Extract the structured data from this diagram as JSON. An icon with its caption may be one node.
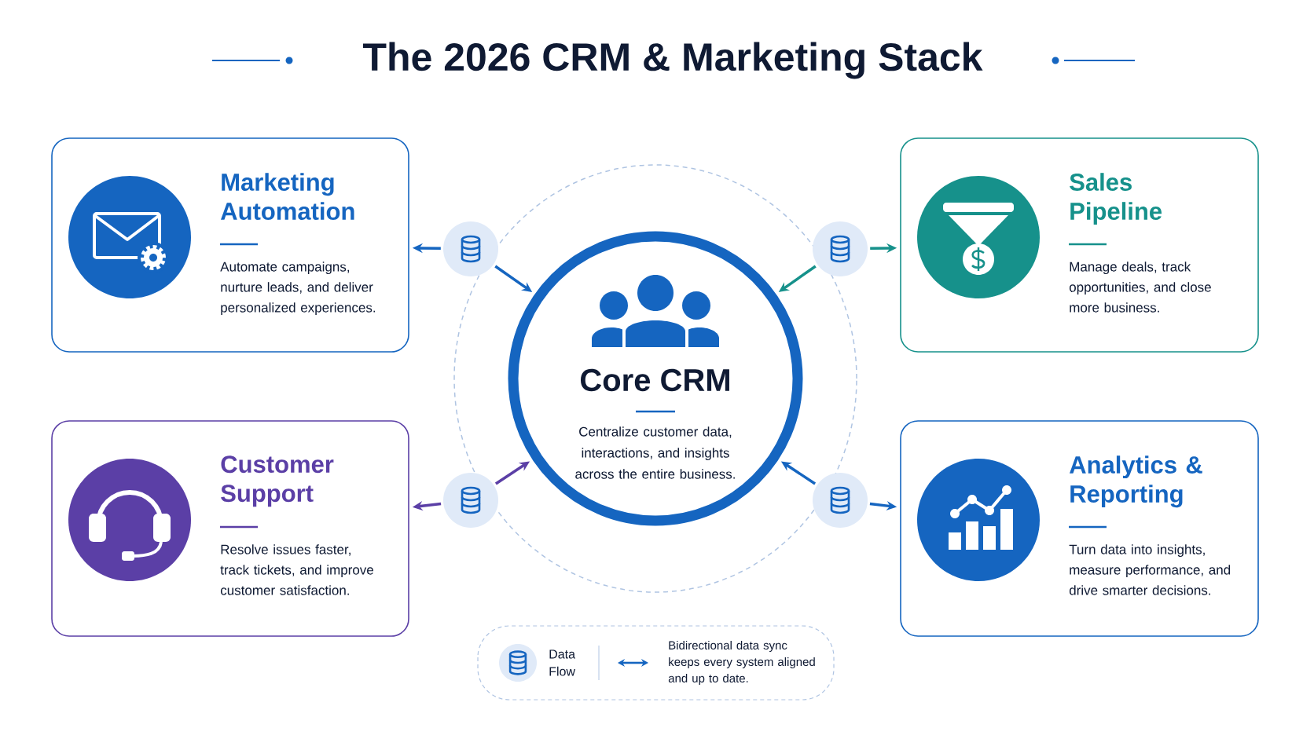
{
  "diagram": {
    "title": "The 2026 CRM & Marketing Stack",
    "nodes": [
      {
        "text": [
          "Marketing Automation",
          "Automate campaigns, nurture leads, and deliver personalized experiences."
        ]
      },
      {
        "text": [
          "Sales Pipeline",
          "Manage deals, track opportunities, and close more business."
        ]
      },
      {
        "text": [
          "Core CRM",
          "Centralize customer data, interactions, and insights across the entire business."
        ]
      },
      {
        "text": [
          "Customer Support",
          "Resolve issues faster, track tickets, and improve customer satisfaction."
        ]
      },
      {
        "text": [
          "Analytics & Reporting",
          "Turn data into insights, measure performance, and drive smarter decisions."
        ]
      },
      {
        "text": [],
        "shape": "cylinder"
      },
      {
        "text": [],
        "shape": "cylinder"
      },
      {
        "text": [],
        "shape": "cylinder"
      },
      {
        "text": [],
        "shape": "cylinder"
      }
    ],
    "edges": [
      {
        "from": 5,
        "to": 0,
        "arrow": "to"
      },
      {
        "from": 5,
        "to": 2,
        "arrow": "to"
      },
      {
        "from": 6,
        "to": 2,
        "arrow": "to",
        "color": "#16918b"
      },
      {
        "from": 6,
        "to": 1,
        "arrow": "to",
        "color": "#16918b"
      },
      {
        "from": 7,
        "to": 3,
        "arrow": "to",
        "color": "#5b3fa6"
      },
      {
        "from": 7,
        "to": 2,
        "arrow": "to",
        "color": "#5b3fa6"
      },
      {
        "from": 8,
        "to": 2,
        "arrow": "to"
      },
      {
        "from": 8,
        "to": 4,
        "arrow": "to"
      }
    ],
    "legend": [
      {
        "text": "Data Flow"
      },
      {
        "text": "Bidirectional data sync keeps every system aligned and up to date."
      }
    ]
  }
}
